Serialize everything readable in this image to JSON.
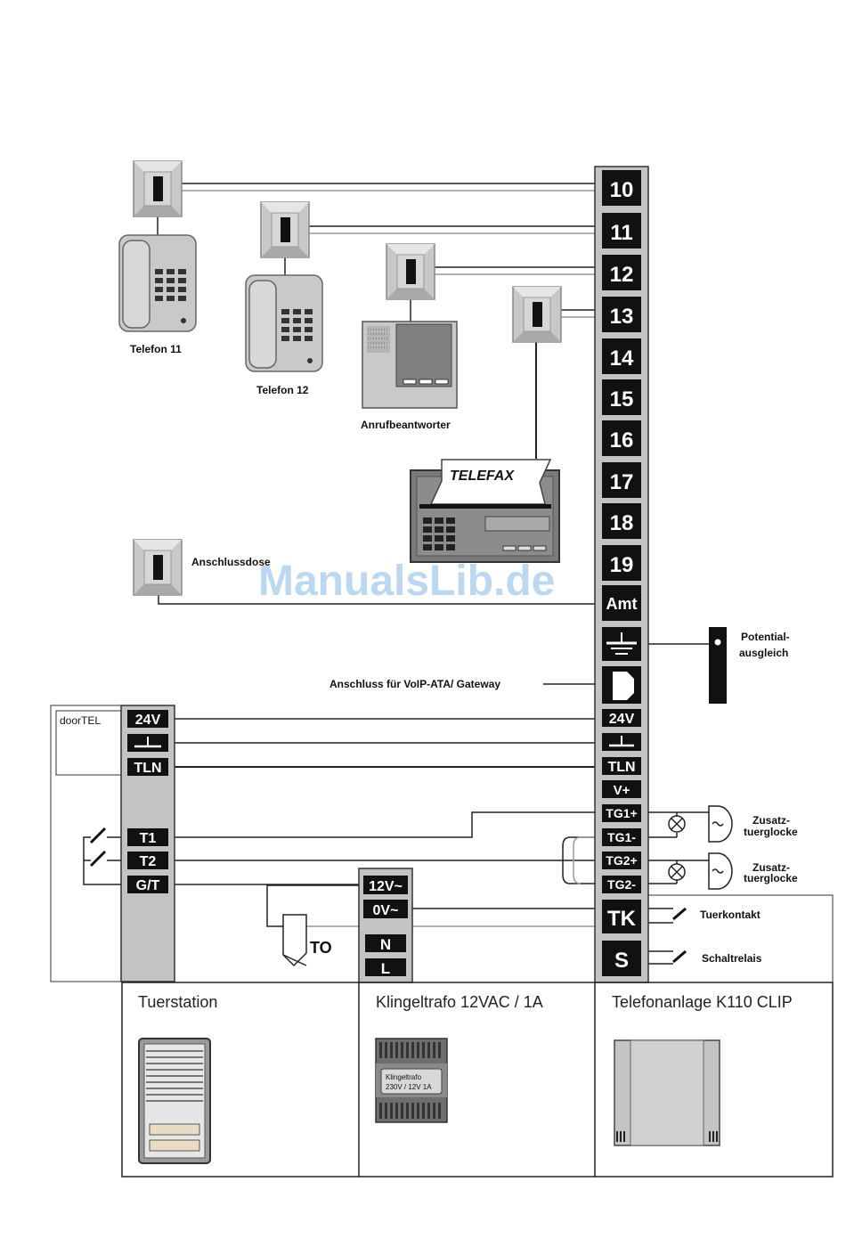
{
  "watermark": "ManualsLib.de",
  "devices": {
    "telefon11": "Telefon 11",
    "telefon12": "Telefon 12",
    "anrufbeantworter": "Anrufbeantworter",
    "telefax": "TELEFAX",
    "anschlussdose": "Anschlussdose",
    "voip": "Anschluss für VoIP-ATA/ Gateway",
    "potential_1": "Potential-",
    "potential_2": "ausgleich",
    "zusatz1_1": "Zusatz-",
    "zusatz1_2": "tuerglocke",
    "zusatz2_1": "Zusatz-",
    "zusatz2_2": "tuerglocke",
    "tuerkontakt": "Tuerkontakt",
    "schaltrelais": "Schaltrelais",
    "doortel": "doorTEL",
    "to": "TO",
    "trafo_label_1": "Klingeltrafo",
    "trafo_label_2": "230V / 12V 1A"
  },
  "k110_terminals": [
    "10",
    "11",
    "12",
    "13",
    "14",
    "15",
    "16",
    "17",
    "18",
    "19",
    "Amt"
  ],
  "k110_lower_terminals": {
    "v24": "24V",
    "tln": "TLN",
    "vplus": "V+",
    "tg1p": "TG1+",
    "tg1m": "TG1-",
    "tg2p": "TG2+",
    "tg2m": "TG2-",
    "tk": "TK",
    "s": "S"
  },
  "door_terminals": {
    "v24": "24V",
    "tln": "TLN",
    "t1": "T1",
    "t2": "T2",
    "gt": "G/T"
  },
  "trafo_terminals": {
    "v12": "12V~",
    "v0": "0V~",
    "n": "N",
    "l": "L"
  },
  "captions": {
    "tuerstation": "Tuerstation",
    "klingeltrafo": "Klingeltrafo 12VAC / 1A",
    "telefonanlage": "Telefonanlage K110 CLIP"
  }
}
